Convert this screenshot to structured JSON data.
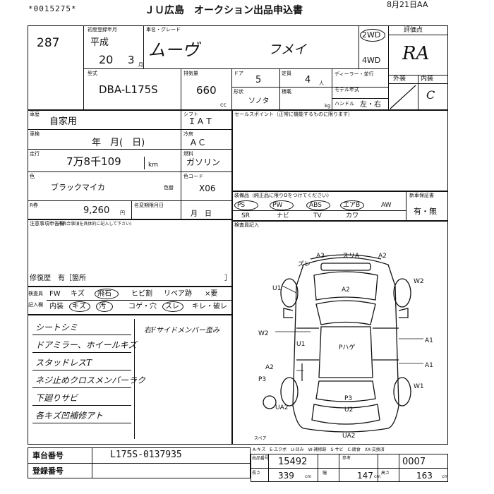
{
  "header": {
    "lot_barcode": "*0015275*",
    "auction_title": "ＪＵ広島　オークション出品申込書",
    "date": "8月21日AA"
  },
  "lot": {
    "number": "287"
  },
  "registration": {
    "label": "初度登録年月",
    "era": "平成",
    "year": "20",
    "month": "3",
    "month_suffix": "月"
  },
  "car": {
    "name_label": "車名・グレード",
    "name": "ムーヴ",
    "grade": "フメイ",
    "drive_2wd": "2WD",
    "drive_4wd": "4WD"
  },
  "grade": {
    "label": "評価点",
    "value": "RA",
    "exterior_label": "外装",
    "interior_label": "内装",
    "interior_value": "C"
  },
  "model": {
    "label": "型式",
    "value": "DBA-L175S"
  },
  "displacement": {
    "label": "排気量",
    "value": "660",
    "unit": "cc"
  },
  "doors": {
    "label": "ドア",
    "value": "5"
  },
  "capacity": {
    "label": "定員",
    "value": "4",
    "unit": "人"
  },
  "body_shape": {
    "label": "形状",
    "value": "ソノタ"
  },
  "load_label": "積載",
  "load_unit": "kg",
  "dealer_label": "ディーラー・並行",
  "model_year_label": "モデル年式",
  "handle": {
    "label": "ハンドル",
    "value": "左・右"
  },
  "usage": {
    "label": "車歴",
    "value": "自家用"
  },
  "inspection": {
    "label": "車検",
    "value": "年　月(　日)"
  },
  "shift": {
    "label": "シフト",
    "value": "ＩＡＴ"
  },
  "aircon": {
    "label": "冷房",
    "value": "ＡＣ"
  },
  "mileage": {
    "label": "走行",
    "value": "7万8千109",
    "unit": "km"
  },
  "fuel": {
    "label": "燃料",
    "value": "ガソリン"
  },
  "color": {
    "label": "色",
    "value": "ブラックマイカ",
    "code_label": "色替",
    "color_code_label": "色コード",
    "color_code": "X06"
  },
  "recycle": {
    "label": "R券",
    "value": "9,260",
    "unit": "円"
  },
  "name_change": {
    "label": "名変期限月日",
    "value": "月　日"
  },
  "sales_point_label": "セールスポイント（正常に機能するものに限ります）",
  "equipment": {
    "label": "装備品（純正品に限りOをつけてください）",
    "top": [
      "PS",
      "PW",
      "ABS",
      "エアB",
      "AW"
    ],
    "bottom": [
      "SR",
      "ナビ",
      "TV",
      "カワ"
    ],
    "new_car_warranty_label": "新車保証書",
    "new_car_warranty_value": "有・無"
  },
  "notes": {
    "label": "注意事項申告欄",
    "sublabel": "(不具合事項を具体的に記入して下さい)",
    "repair_label": "修復歴",
    "repair_value": "有［箇所",
    "repair_end": "］"
  },
  "inspector_label": "検査員",
  "entry_label": "記入欄",
  "checkboxes": {
    "row1": [
      "FW",
      "キズ",
      "飛石",
      "ヒビ割",
      "リペア跡",
      "×要"
    ],
    "row2": [
      "内装",
      "キズ",
      "汚",
      "コゲ・穴",
      "スレ",
      "キレ・破レ"
    ]
  },
  "inspector_notes_label": "検査員記入",
  "handwritten_notes": [
    "シートシミ",
    "ドアミラー、ホイールキズ",
    "スタッドレスT",
    "ネジ止めクロスメンバーラク",
    "下廻りサビ",
    "各キズ凹補修アト"
  ],
  "handwritten_right": "右Fサイドメンバー歪み",
  "diagram_labels": {
    "top": [
      "A3",
      "スリA",
      "A2"
    ],
    "roof_a2": "A2",
    "sub": "ズレ",
    "left": [
      "U1",
      "W2",
      "U1",
      "A2",
      "P3"
    ],
    "right": [
      "W2",
      "A1",
      "A1",
      "W1"
    ],
    "center": [
      "Pハゲ",
      "P3",
      "U2"
    ],
    "bottom": [
      "UA2",
      "UA2"
    ],
    "spare": "スペア"
  },
  "legend": "A-キズ　E-エクボ　U-凹み　W-補修跡　S-サビ　C-腐食　XX-交換済",
  "chassis": {
    "label": "車台番号",
    "value": "L175S-0137935"
  },
  "plate": {
    "label": "登録番号",
    "value": ""
  },
  "totals": {
    "auction_no_label": "出品番号",
    "auction_no": "15492",
    "ref_label": "参考",
    "ref_no": "0007",
    "length_label": "長さ",
    "length": "339",
    "width_label": "幅",
    "width": "147",
    "height_label": "高さ",
    "height": "163",
    "unit": "cm"
  }
}
